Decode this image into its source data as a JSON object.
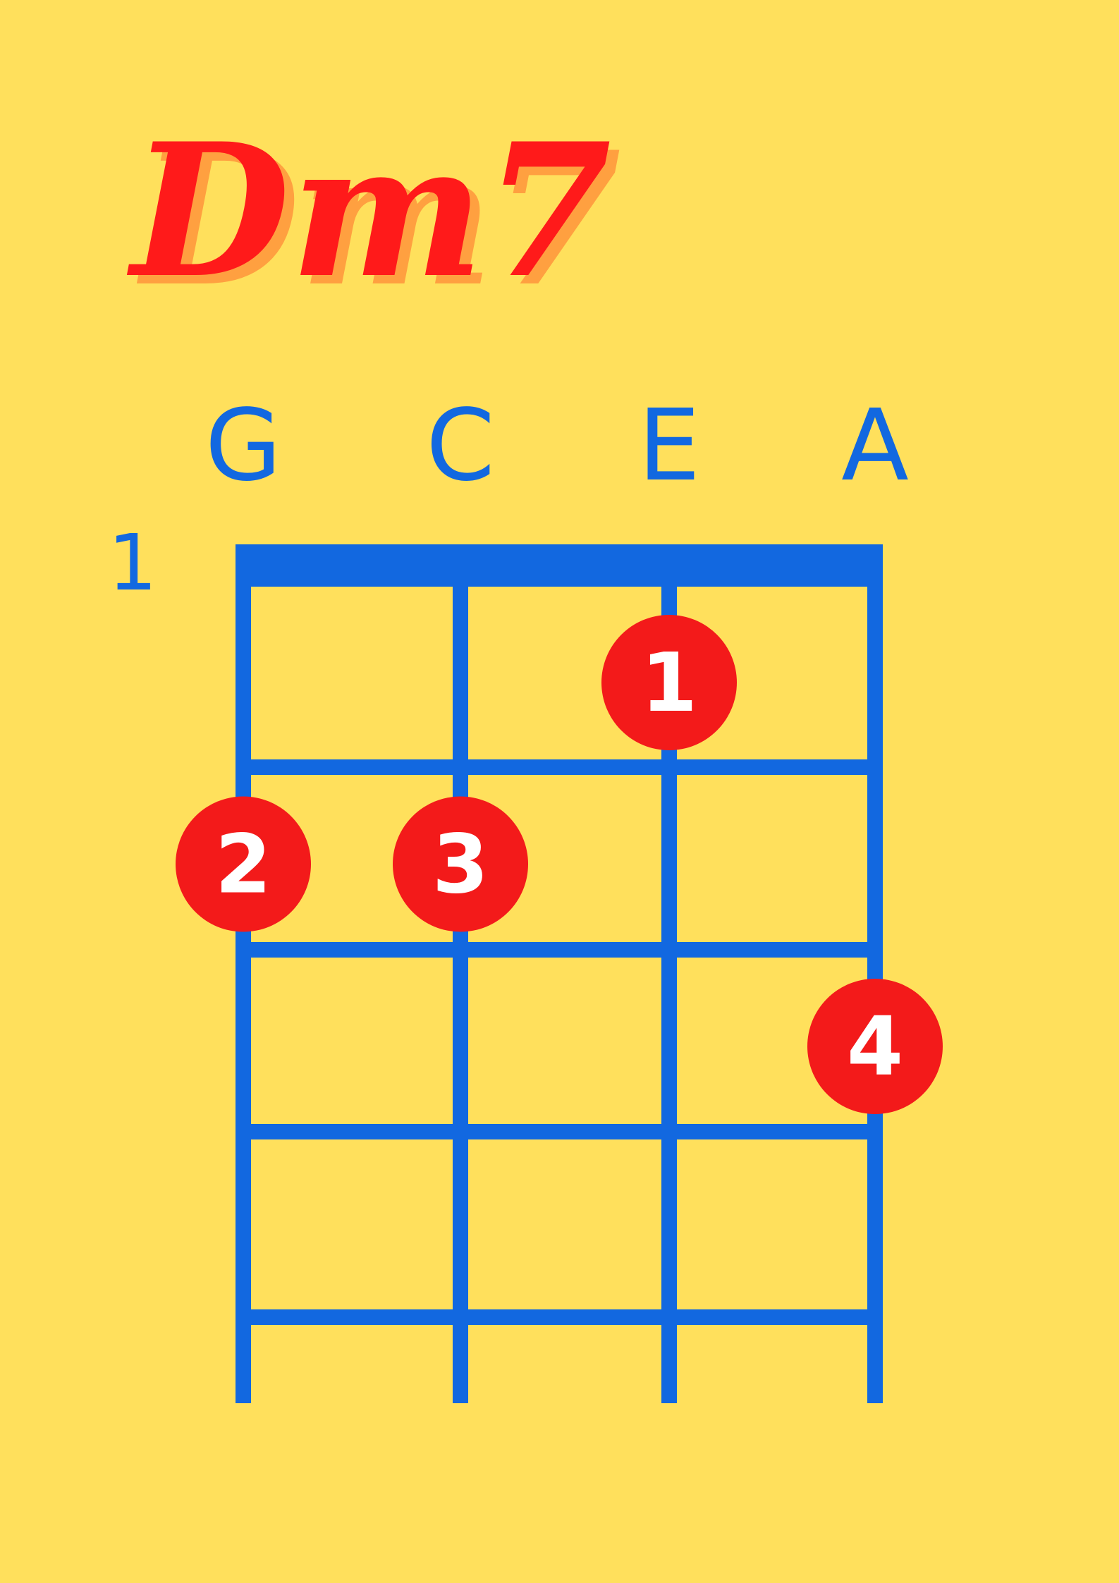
{
  "chord": {
    "name": "Dm7"
  },
  "diagram": {
    "strings": [
      "G",
      "C",
      "E",
      "A"
    ],
    "start_fret_label": "1",
    "fret_count": 4,
    "fingers": [
      {
        "finger": "1",
        "string": 3,
        "fret": 1
      },
      {
        "finger": "2",
        "string": 1,
        "fret": 2
      },
      {
        "finger": "3",
        "string": 2,
        "fret": 2
      },
      {
        "finger": "4",
        "string": 4,
        "fret": 3
      }
    ]
  },
  "colors": {
    "background": "#FFE05C",
    "grid": "#1268E0",
    "title": "#FF1A1A",
    "title_shadow": "#FFA040",
    "dot": "#F31A1A",
    "dot_text": "#FFFFFF",
    "label": "#1268E0"
  }
}
